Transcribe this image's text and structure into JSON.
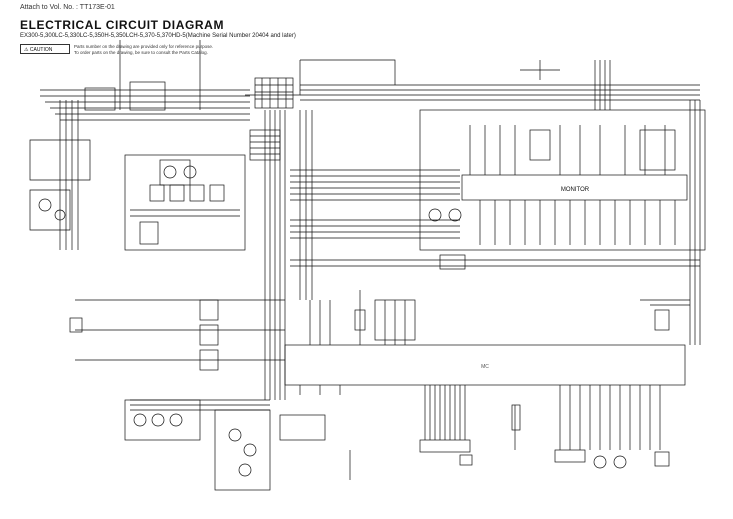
{
  "header": {
    "attach": "Attach to Vol. No. : TT173E-01",
    "title": "ELECTRICAL  CIRCUIT  DIAGRAM",
    "subtitle": "EX300-5,300LC-5,330LC-5,350H-5,350LCH-5,370-5,370HD-5(Machine Serial Number 20404 and later)",
    "caution_label": "CAUTION",
    "caution_line1": "Parts number on the drawing are provided only for reference purpose.",
    "caution_line2": "To order parts on the drawing, be sure to consult the Parts Catalog."
  },
  "labels": {
    "monitor": "MONITOR",
    "controller": "MC"
  }
}
